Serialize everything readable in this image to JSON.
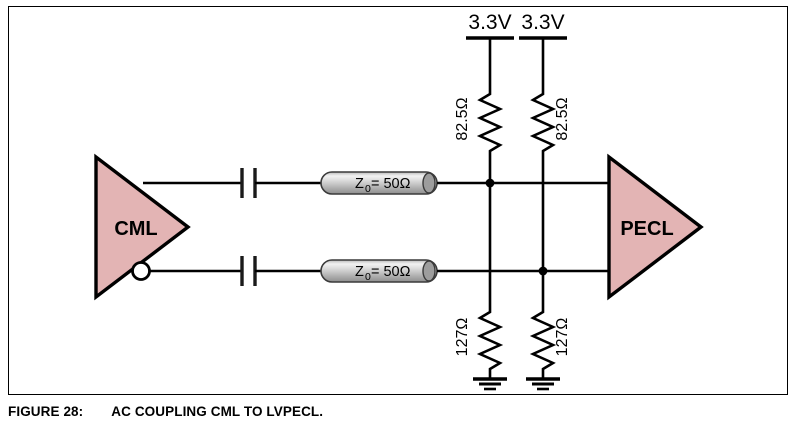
{
  "figure": {
    "caption_label": "FIGURE 28:",
    "caption_title": "AC COUPLING CML TO LVPECL.",
    "border_color": "#000000",
    "background_color": "#ffffff"
  },
  "colors": {
    "block_fill": "#e3b4b4",
    "block_stroke": "#000000",
    "wire": "#000000",
    "tline_body_light": "#f0f0f0",
    "tline_body_mid": "#c8c8c8",
    "tline_body_dark": "#8a8a8a",
    "tline_stroke": "#3a3a3a"
  },
  "blocks": {
    "driver": {
      "label": "CML",
      "name": "cml-driver",
      "shape": "triangle-right",
      "has_inverting_bubble": true
    },
    "receiver": {
      "label": "PECL",
      "name": "pecl-receiver",
      "shape": "triangle-right",
      "has_inverting_bubble": false
    }
  },
  "supplies": [
    {
      "label": "3.3V",
      "name": "supply-rail-left"
    },
    {
      "label": "3.3V",
      "name": "supply-rail-right"
    }
  ],
  "transmission_lines": [
    {
      "symbol": "Z",
      "subscript": "0",
      "equals": " = 50Ω",
      "full_label": "Z0 = 50Ω",
      "name": "tline-top"
    },
    {
      "symbol": "Z",
      "subscript": "0",
      "equals": " = 50Ω",
      "full_label": "Z0 = 50Ω",
      "name": "tline-bottom"
    }
  ],
  "capacitors": [
    {
      "name": "ac-coupling-cap-top",
      "type": "non-polarized"
    },
    {
      "name": "ac-coupling-cap-bottom",
      "type": "non-polarized"
    }
  ],
  "resistors": {
    "pullup_left": "82.5Ω",
    "pullup_right": "82.5Ω",
    "pulldown_left": "127Ω",
    "pulldown_right": "127Ω"
  },
  "grounds": [
    {
      "name": "ground-left",
      "type": "earth-3-bar"
    },
    {
      "name": "ground-right",
      "type": "earth-3-bar"
    }
  ],
  "junctions": [
    {
      "name": "junction-top-node",
      "connects": "left-rail-to-top-signal"
    },
    {
      "name": "junction-bottom-node",
      "connects": "right-rail-to-bottom-signal"
    }
  ]
}
